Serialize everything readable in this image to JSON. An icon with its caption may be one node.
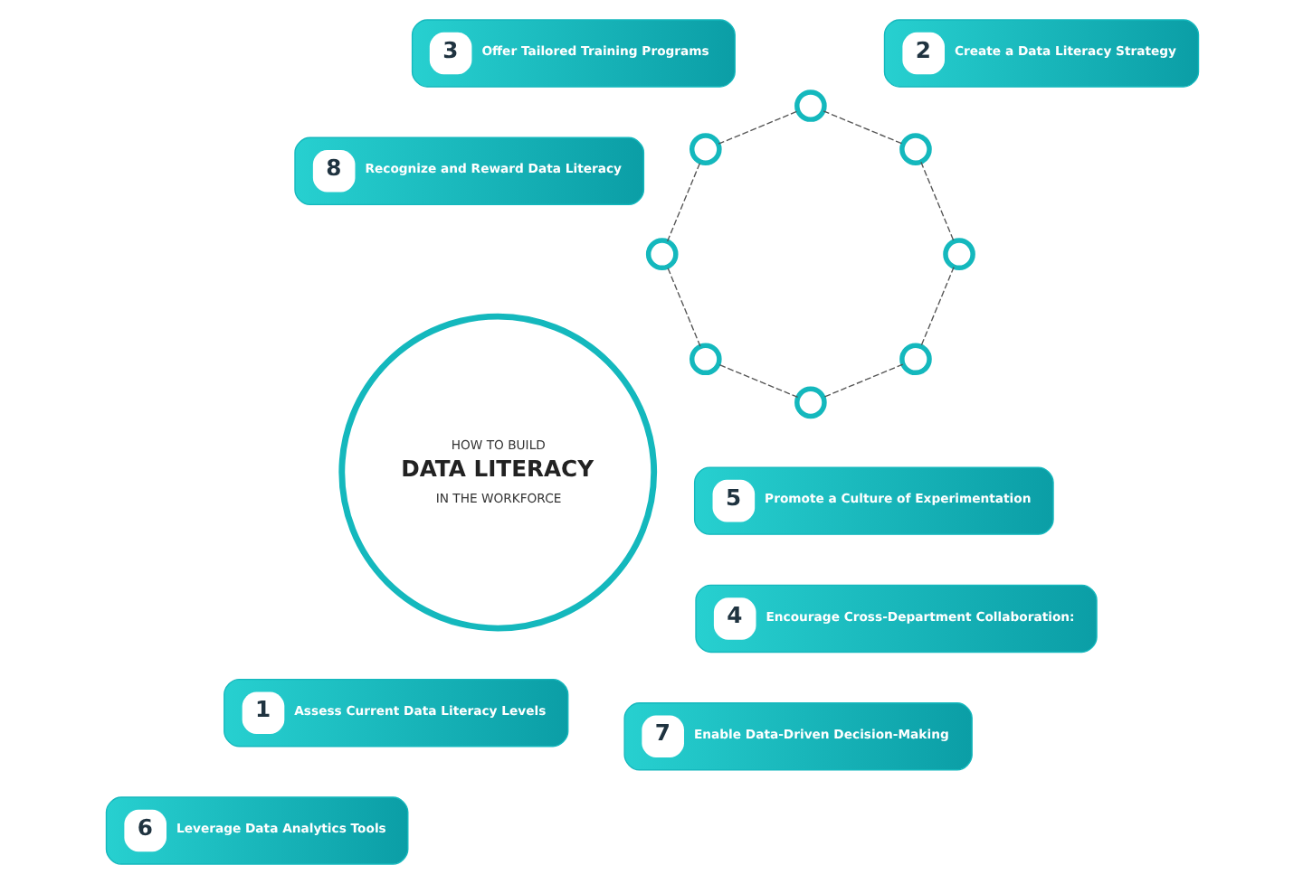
{
  "diagram": {
    "nodes": [
      {
        "text": [
          "HOW TO BUILD",
          "DATA LITERACY",
          "IN THE WORKFORCE"
        ]
      },
      {
        "text": [
          "8",
          "Recognize and Reward Data Literacy"
        ]
      },
      {
        "text": [
          "1",
          "Assess Current Data Literacy Levels"
        ]
      },
      {
        "text": [
          "7",
          "Enable Data-Driven Decision-Making"
        ]
      },
      {
        "text": [
          "2",
          "Create a Data Literacy Strategy"
        ]
      },
      {
        "text": [
          "6",
          "Leverage Data Analytics Tools"
        ]
      },
      {
        "text": [
          "3",
          "Offer Tailored Training Programs"
        ]
      },
      {
        "text": [
          "5",
          "Promote a Culture of Experimentation"
        ]
      },
      {
        "text": [
          "4",
          "Encourage Cross-Department Collaboration:"
        ]
      },
      {
        "text": [],
        "shape": "circle"
      },
      {
        "text": [],
        "shape": "circle"
      },
      {
        "text": [],
        "shape": "circle"
      },
      {
        "text": [],
        "shape": "circle"
      },
      {
        "text": [],
        "shape": "circle"
      },
      {
        "text": [],
        "shape": "circle"
      },
      {
        "text": [],
        "shape": "circle"
      },
      {
        "text": [],
        "shape": "circle"
      }
    ],
    "edges": [
      {
        "from": 9,
        "to": 11,
        "arrow": "none",
        "style": "dashed"
      },
      {
        "from": 11,
        "to": 13,
        "arrow": "none",
        "style": "dashed"
      },
      {
        "from": 13,
        "to": 15,
        "arrow": "none",
        "style": "dashed"
      },
      {
        "from": 15,
        "to": 16,
        "arrow": "none",
        "style": "dashed"
      },
      {
        "from": 16,
        "to": 14,
        "arrow": "none",
        "style": "dashed"
      },
      {
        "from": 14,
        "to": 12,
        "arrow": "none",
        "style": "dashed"
      },
      {
        "from": 12,
        "to": 10,
        "arrow": "none",
        "style": "dashed"
      },
      {
        "from": 10,
        "to": 9,
        "arrow": "none",
        "style": "dashed"
      }
    ]
  }
}
